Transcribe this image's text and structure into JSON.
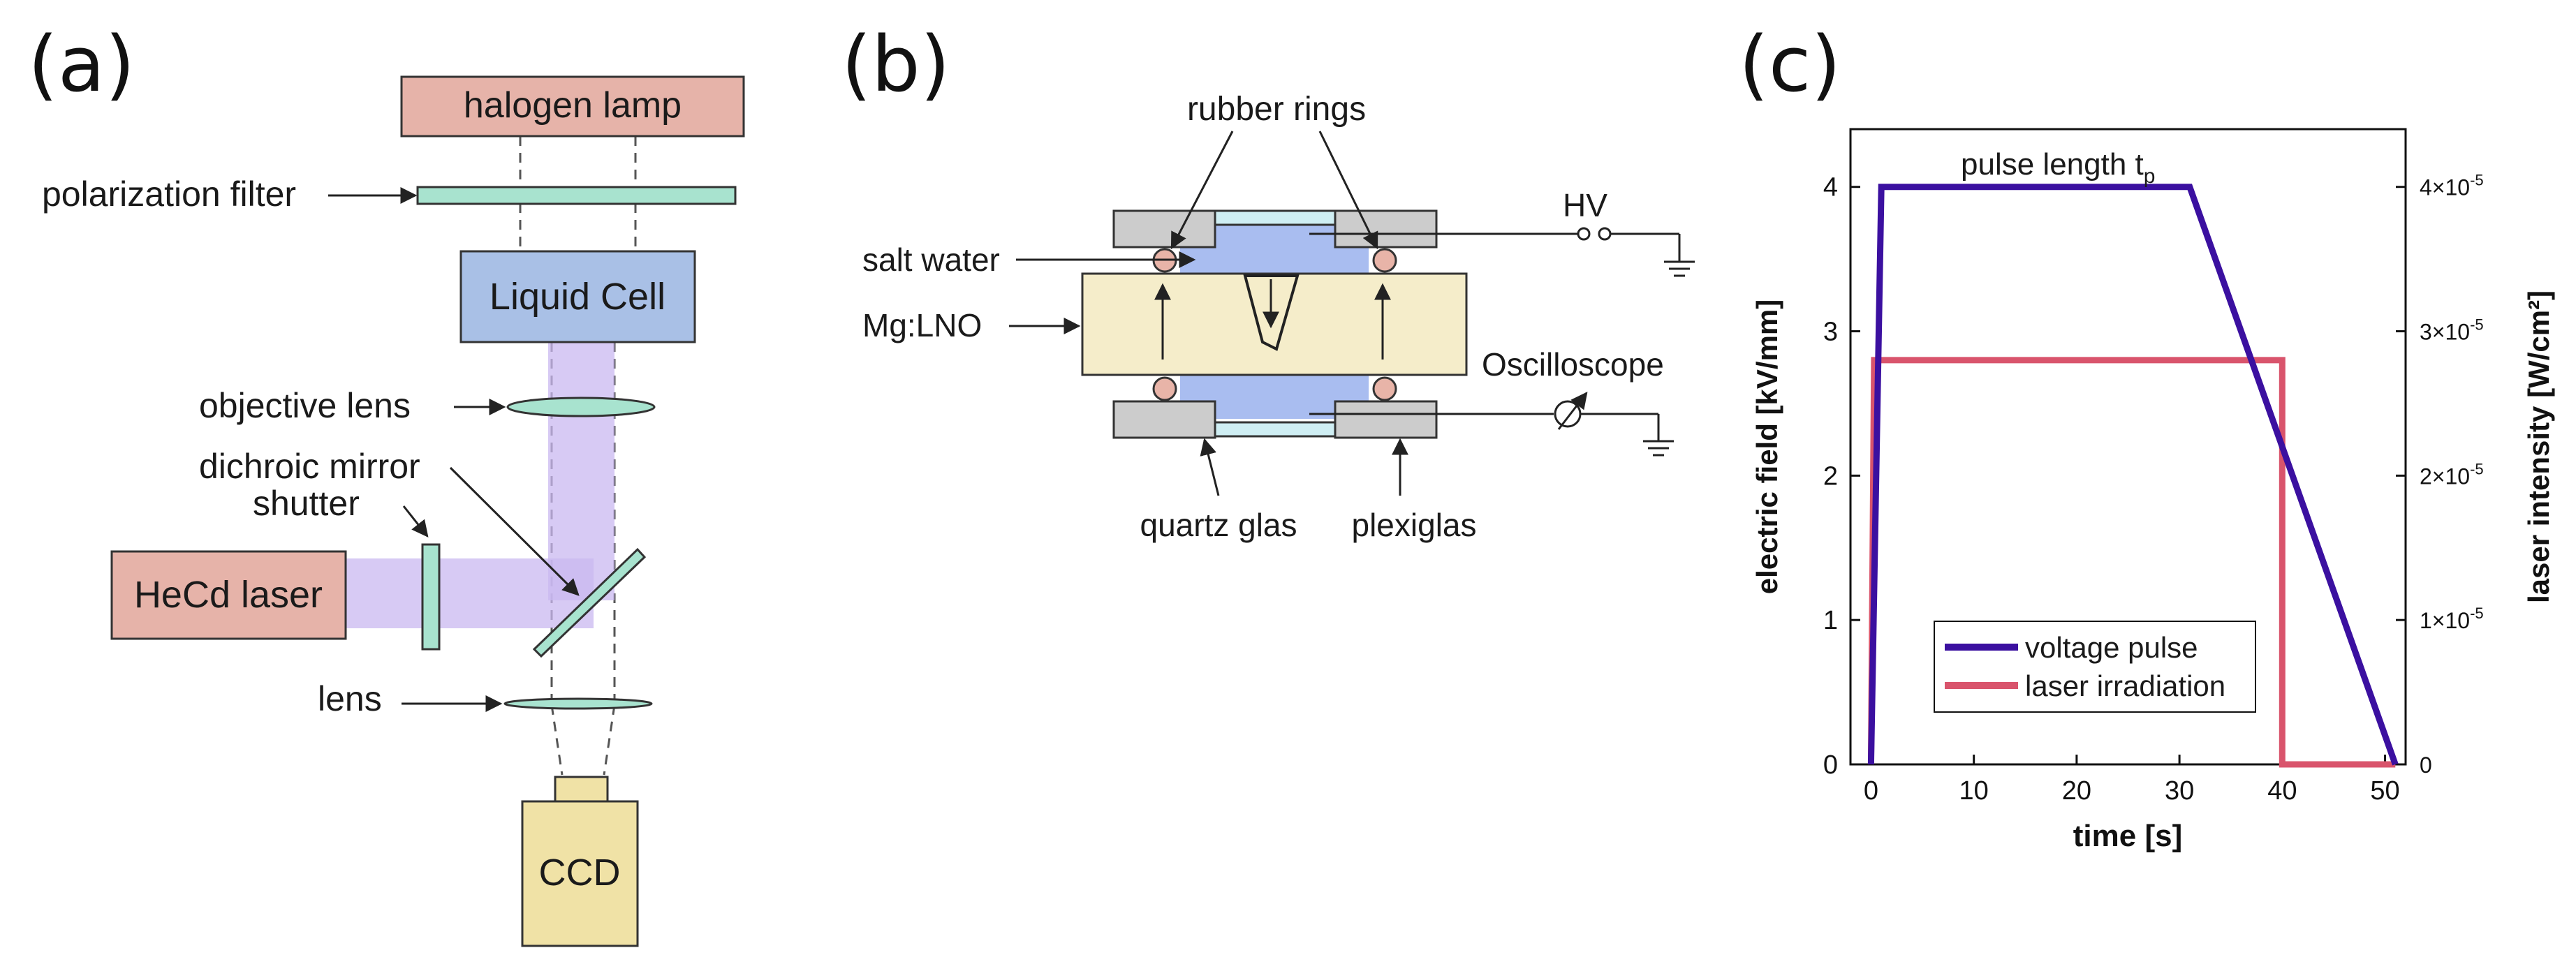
{
  "panel_a": {
    "tag": "(a)",
    "halogen_lamp": "halogen lamp",
    "polarization_filter": "polarization filter",
    "liquid_cell": "Liquid Cell",
    "objective_lens": "objective lens",
    "dichroic_mirror": "dichroic mirror",
    "shutter": "shutter",
    "hecd_laser": "HeCd laser",
    "lens": "lens",
    "ccd": "CCD"
  },
  "panel_b": {
    "tag": "(b)",
    "rubber_rings": "rubber rings",
    "salt_water": "salt water",
    "mg_lno": "Mg:LNO",
    "hv": "HV",
    "oscilloscope": "Oscilloscope",
    "quartz_glas": "quartz glas",
    "plexiglas": "plexiglas"
  },
  "panel_c": {
    "tag": "(c)",
    "annotation": "pulse length t",
    "annotation_sub": "p"
  },
  "colors": {
    "lamp": "#e6b3a9",
    "filter": "#a8e3cf",
    "cell": "#a9c0e6",
    "laser_box": "#e6b3a9",
    "beam": "#c9b8f0",
    "ccd": "#f0e2a6",
    "crystal": "#f5edca",
    "water": "#a9bdf0",
    "plexi": "#cccccc",
    "ring": "#e8b4a8",
    "voltage": "#3b10a0",
    "laser_line": "#d9546c"
  },
  "chart_data": {
    "type": "line",
    "xlabel": "time [s]",
    "ylabel": "electric field [kV/mm]",
    "y2label": "laser intensity [W/cm²]",
    "xlim": [
      -2,
      52
    ],
    "ylim": [
      0,
      4.4
    ],
    "y2lim": [
      0,
      4.4e-05
    ],
    "x_ticks": [
      0,
      10,
      20,
      30,
      40,
      50
    ],
    "y_ticks": [
      0,
      1,
      2,
      3,
      4
    ],
    "y2_ticks": [
      0,
      1e-05,
      2e-05,
      3e-05,
      4e-05
    ],
    "y2_tick_labels": [
      "0",
      "1×10",
      "2×10",
      "3×10",
      "4×10"
    ],
    "y2_tick_exp": "-5",
    "legend_position": "bottom-left",
    "series": [
      {
        "name": "voltage pulse",
        "axis": "left",
        "color": "#3b10a0",
        "x": [
          0,
          0,
          1,
          31,
          51
        ],
        "y": [
          0,
          0,
          4,
          4,
          0
        ]
      },
      {
        "name": "laser irradiation",
        "axis": "right",
        "color": "#d9546c",
        "x": [
          0,
          0.3,
          40,
          40,
          51
        ],
        "y": [
          0,
          2.8e-05,
          2.8e-05,
          0,
          0
        ]
      }
    ]
  }
}
